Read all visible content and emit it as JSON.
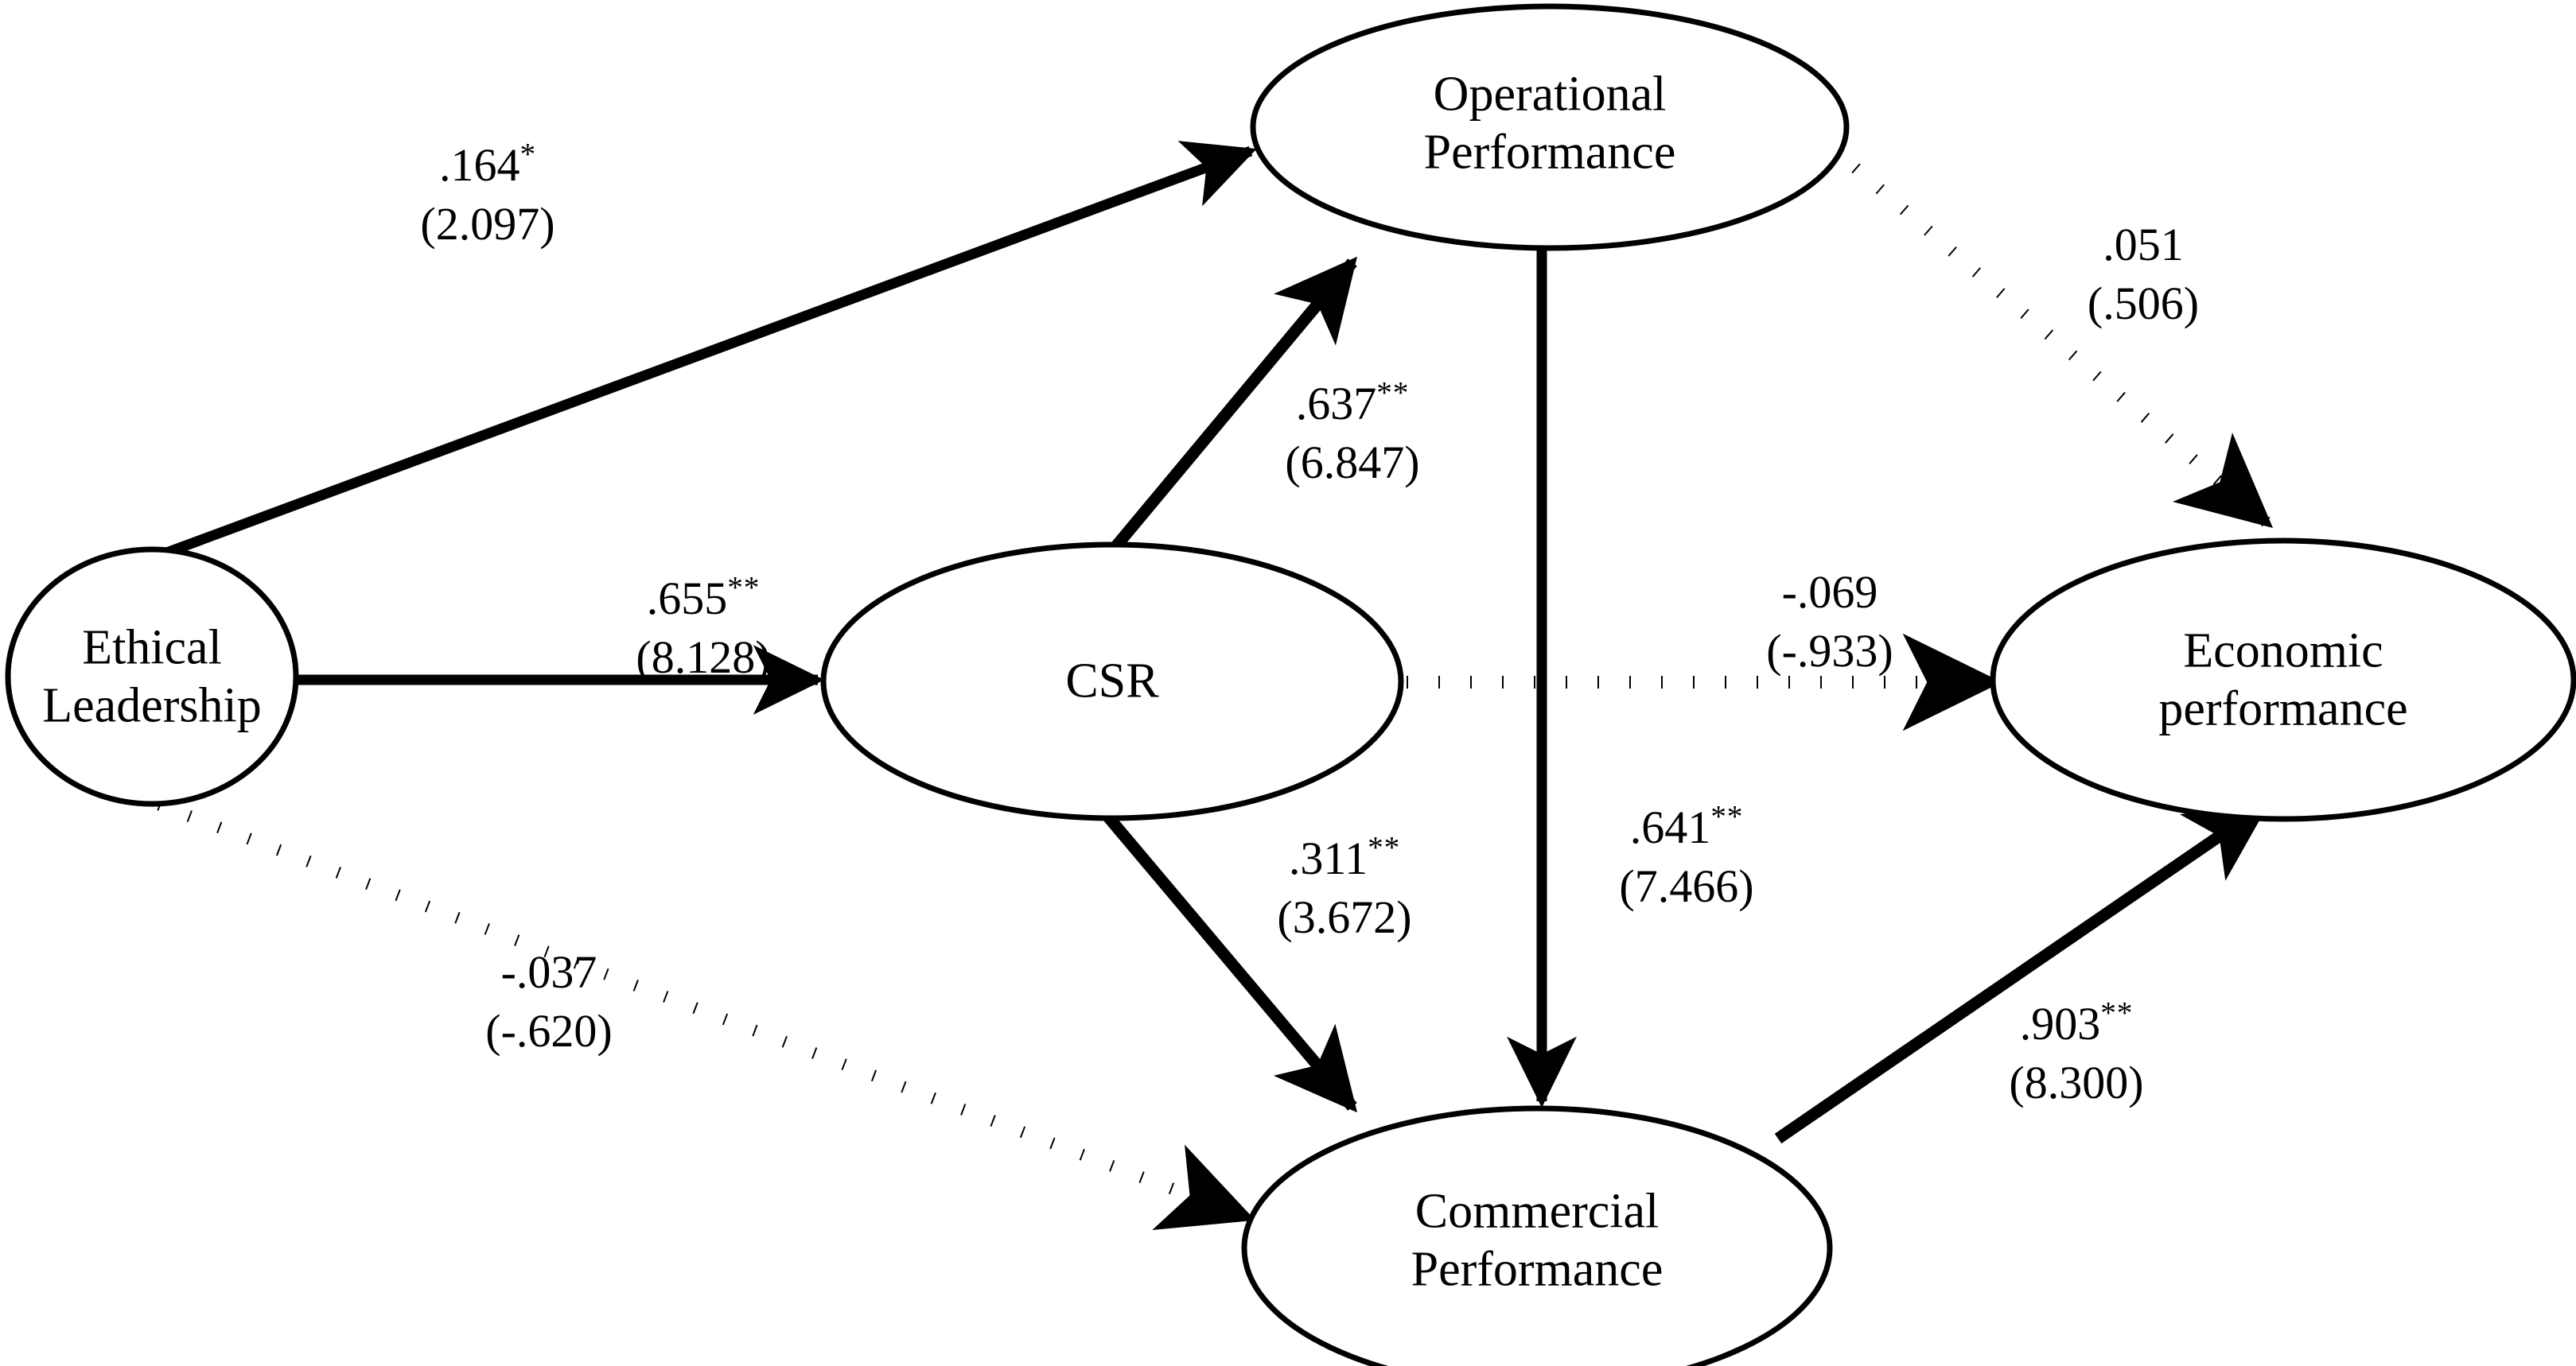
{
  "diagram": {
    "type": "sem-path-diagram",
    "stroke_color": "#000000",
    "background_color": "#ffffff",
    "nodes": [
      {
        "id": "ethical_leadership",
        "label": "Ethical\nLeadership"
      },
      {
        "id": "csr",
        "label": "CSR"
      },
      {
        "id": "operational_performance",
        "label": "Operational\nPerformance"
      },
      {
        "id": "commercial_performance",
        "label": "Commercial\nPerformance"
      },
      {
        "id": "economic_performance",
        "label": "Economic\nperformance"
      }
    ],
    "edges": [
      {
        "id": "el-to-op",
        "from": "ethical_leadership",
        "to": "operational_performance",
        "style": "solid",
        "coefficient": ".164",
        "significance": "*",
        "t_value": "(2.097)"
      },
      {
        "id": "el-to-csr",
        "from": "ethical_leadership",
        "to": "csr",
        "style": "solid",
        "coefficient": ".655",
        "significance": "**",
        "t_value": "(8.128)"
      },
      {
        "id": "el-to-cp",
        "from": "ethical_leadership",
        "to": "commercial_performance",
        "style": "dotted",
        "coefficient": "-.037",
        "significance": "",
        "t_value": "(-.620)"
      },
      {
        "id": "csr-to-op",
        "from": "csr",
        "to": "operational_performance",
        "style": "solid",
        "coefficient": ".637",
        "significance": "**",
        "t_value": "(6.847)"
      },
      {
        "id": "csr-to-cp",
        "from": "csr",
        "to": "commercial_performance",
        "style": "solid",
        "coefficient": ".311",
        "significance": "**",
        "t_value": "(3.672)"
      },
      {
        "id": "csr-to-ep",
        "from": "csr",
        "to": "economic_performance",
        "style": "dotted",
        "coefficient": "-.069",
        "significance": "",
        "t_value": "(-.933)"
      },
      {
        "id": "op-to-ep",
        "from": "operational_performance",
        "to": "economic_performance",
        "style": "dotted",
        "coefficient": ".051",
        "significance": "",
        "t_value": "(.506)"
      },
      {
        "id": "op-to-cp",
        "from": "operational_performance",
        "to": "commercial_performance",
        "style": "solid",
        "coefficient": ".641",
        "significance": "**",
        "t_value": "(7.466)"
      },
      {
        "id": "cp-to-ep",
        "from": "commercial_performance",
        "to": "economic_performance",
        "style": "solid",
        "coefficient": ".903",
        "significance": "**",
        "t_value": "(8.300)"
      }
    ]
  }
}
